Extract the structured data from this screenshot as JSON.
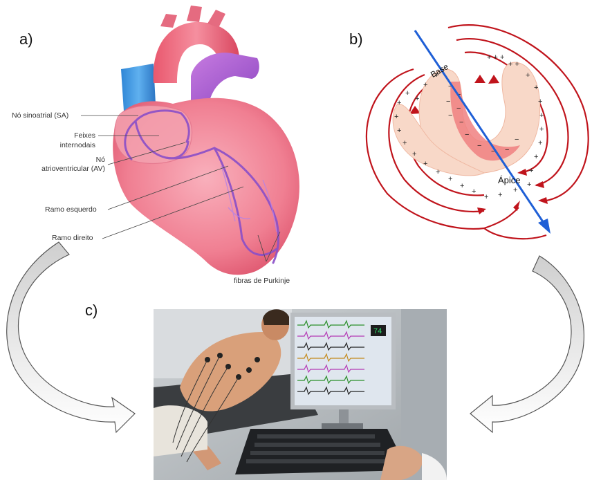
{
  "panels": {
    "a": "a)",
    "b": "b)",
    "c": "c)"
  },
  "heart_labels": {
    "sa": "Nó sinoatrial (SA)",
    "internodal_1": "Feixes",
    "internodal_2": "internodais",
    "av_1": "Nó",
    "av_2": "atrioventricular (AV)",
    "left_branch": "Ramo esquerdo",
    "right_branch": "Ramo direito",
    "purkinje": "fibras de Purkinje"
  },
  "dipole_labels": {
    "base": "Base",
    "apex": "Ápice"
  },
  "monitor": {
    "heart_rate": "74"
  },
  "colors": {
    "field_lines": "#c0141c",
    "axis": "#1f5fd6",
    "heart": "#f08a9a",
    "conduction": "#8a4fc8"
  }
}
